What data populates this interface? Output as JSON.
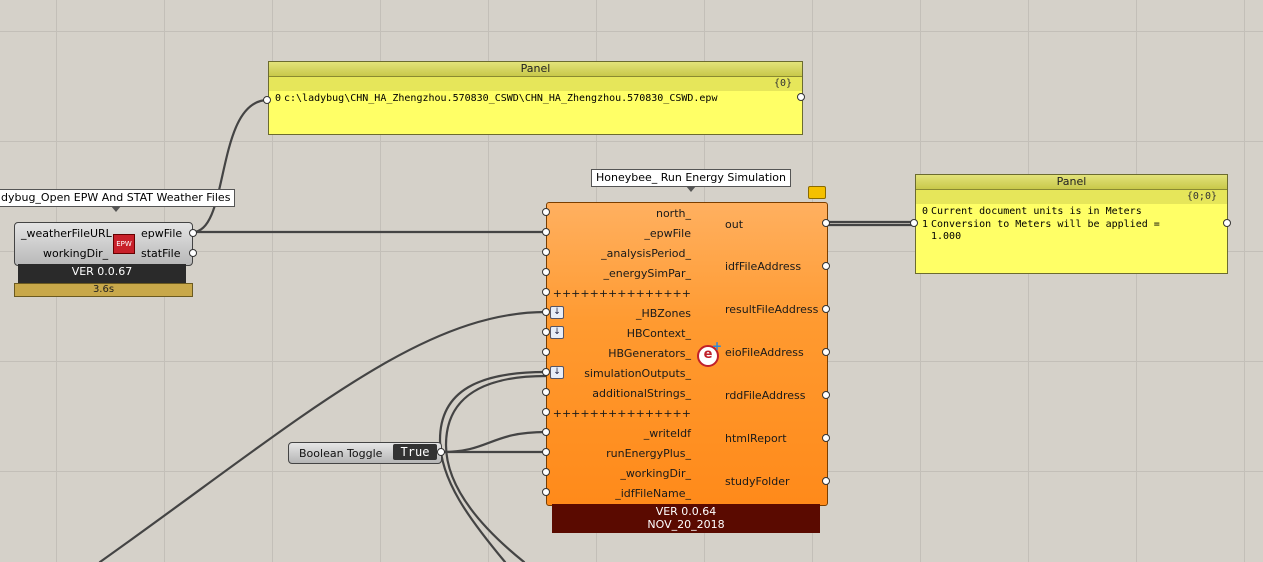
{
  "panel_top": {
    "title": "Panel",
    "path_label": "{0}",
    "lines": [
      {
        "index": "0",
        "text": "c:\\ladybug\\CHN_HA_Zhengzhou.570830_CSWD\\CHN_HA_Zhengzhou.570830_CSWD.epw"
      }
    ]
  },
  "panel_right": {
    "title": "Panel",
    "path_label": "{0;0}",
    "lines": [
      {
        "index": "0",
        "text": "Current document units is in Meters"
      },
      {
        "index": "1",
        "text": "Conversion to Meters will be applied ="
      },
      {
        "index": "",
        "text": "1.000"
      }
    ]
  },
  "ladybug_component": {
    "title": "dybug_Open EPW And STAT Weather Files",
    "inputs": [
      "_weatherFileURL",
      "workingDir_"
    ],
    "outputs": [
      "epwFile",
      "statFile"
    ],
    "version": "VER 0.0.67",
    "runtime": "3.6s"
  },
  "honeybee_component": {
    "title": "Honeybee_ Run Energy Simulation",
    "inputs": [
      "north_",
      "_epwFile",
      "_analysisPeriod_",
      "_energySimPar_",
      "+++++++++++++++",
      "_HBZones",
      "HBContext_",
      "HBGenerators_",
      "simulationOutputs_",
      "additionalStrings_",
      "+++++++++++++++",
      "_writeIdf",
      "runEnergyPlus_",
      "_workingDir_",
      "_idfFileName_"
    ],
    "outputs": [
      "out",
      "idfFileAddress",
      "resultFileAddress",
      "eioFileAddress",
      "rddFileAddress",
      "htmlReport",
      "studyFolder"
    ],
    "version": "VER 0.0.64",
    "date": "NOV_20_2018"
  },
  "boolean_toggle": {
    "label": "Boolean Toggle",
    "value": "True"
  },
  "colors": {
    "canvas": "#d5d1c9",
    "panel": "#ffff66",
    "honeybee": "#ff9a30",
    "version_bar": "#5a0a00"
  }
}
